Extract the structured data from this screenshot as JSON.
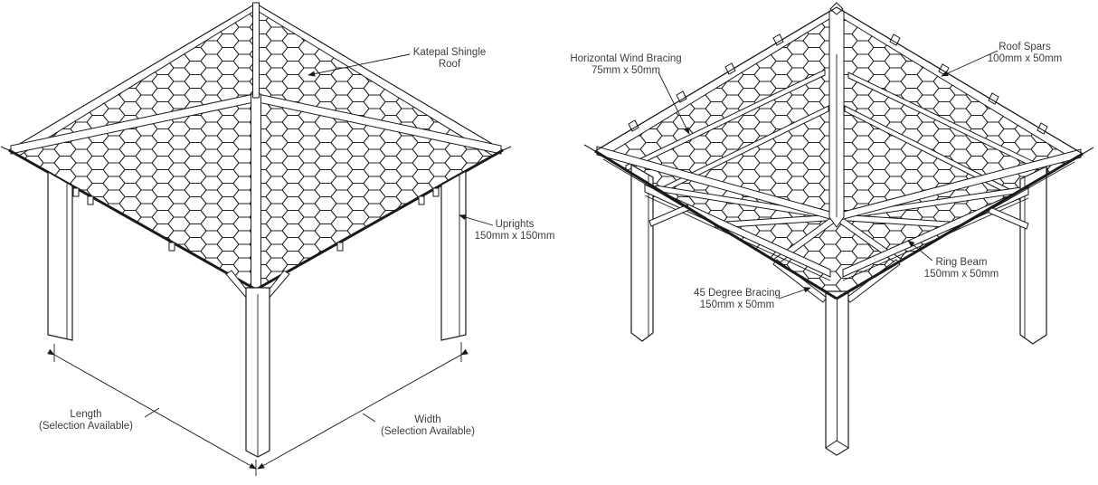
{
  "page": {
    "background_color": "#ffffff",
    "line_color": "#1a1a1a",
    "text_color": "#3d3d3d"
  },
  "left_view": {
    "description": "complete-gazebo-with-shingle-roof",
    "labels": {
      "roof": {
        "line1": "Katepal Shingle",
        "line2": "Roof"
      },
      "uprights": {
        "line1": "Uprights",
        "line2": "150mm x 150mm"
      },
      "length": {
        "line1": "Length",
        "line2": "(Selection Available)"
      },
      "width": {
        "line1": "Width",
        "line2": "(Selection Available)"
      }
    }
  },
  "right_view": {
    "description": "gazebo-roof-frame-structure",
    "labels": {
      "wind_bracing": {
        "line1": "Horizontal Wind Bracing",
        "line2": "75mm x 50mm"
      },
      "roof_spars": {
        "line1": "Roof Spars",
        "line2": "100mm x 50mm"
      },
      "ring_beam": {
        "line1": "Ring Beam",
        "line2": "150mm x 50mm"
      },
      "bracing_45": {
        "line1": "45 Degree Bracing",
        "line2": "150mm x 50mm"
      }
    }
  }
}
